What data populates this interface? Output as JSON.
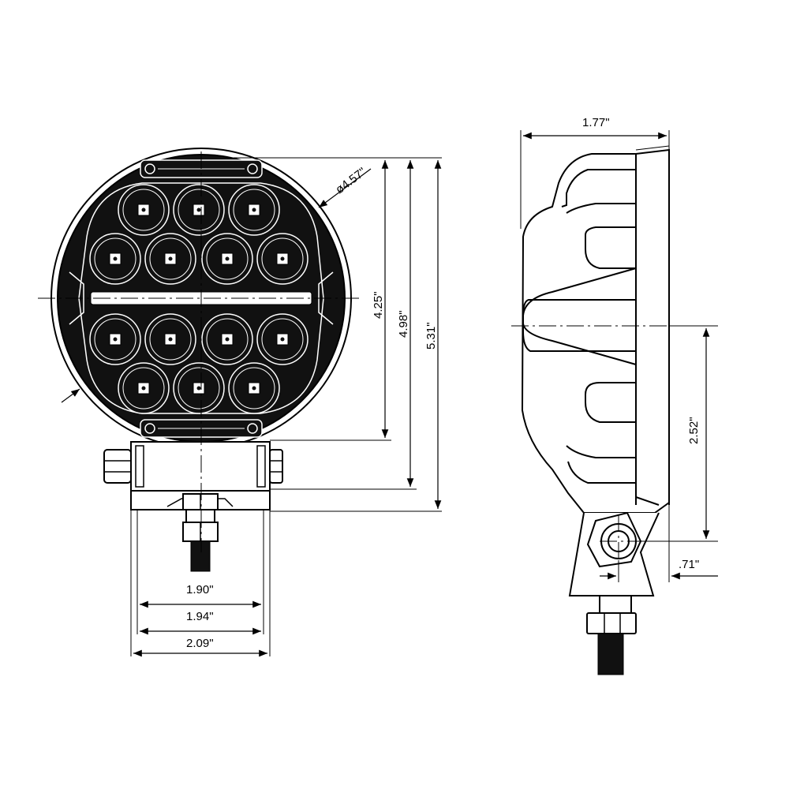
{
  "front_view": {
    "dimensions": {
      "diameter": "ø4.57\"",
      "height_lens": "4.25\"",
      "height_bracket": "4.98\"",
      "height_overall": "5.31\"",
      "width_inner": "1.90\"",
      "width_mid": "1.94\"",
      "width_outer": "2.09\""
    },
    "led_count": 14
  },
  "side_view": {
    "dimensions": {
      "depth": "1.77\"",
      "mount_height": "2.52\"",
      "mount_offset": ".71\""
    }
  },
  "colors": {
    "line": "#000000",
    "lamp_body": "#111111",
    "background": "#ffffff"
  }
}
